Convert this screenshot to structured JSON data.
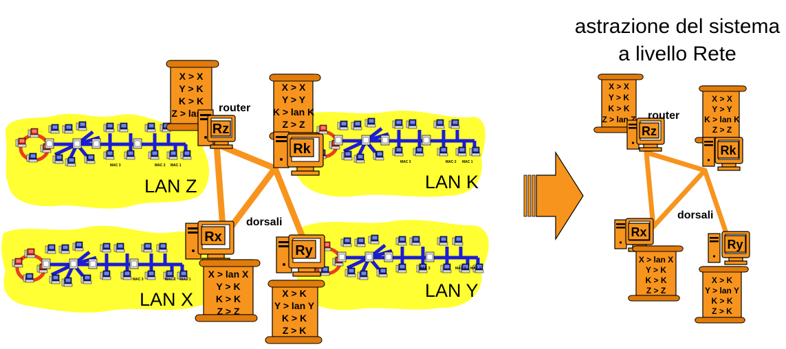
{
  "title": {
    "line1": "astrazione del sistema",
    "line2": "a livello Rete"
  },
  "labels": {
    "router": "router",
    "dorsali": "dorsali"
  },
  "lans": {
    "z": "LAN Z",
    "k": "LAN K",
    "x": "LAN X",
    "y": "LAN Y"
  },
  "mac_labels": [
    "MAC 3",
    "MAC 2",
    "MAC 1"
  ],
  "routers": {
    "rz": {
      "id": "Rz",
      "table": [
        "X > X",
        "Y > K",
        "K > K",
        "Z > lan Z"
      ]
    },
    "rk": {
      "id": "Rk",
      "table": [
        "X > X",
        "Y > Y",
        "K > lan K",
        "Z > Z"
      ]
    },
    "rx": {
      "id": "Rx",
      "table": [
        "X > lan X",
        "Y > K",
        "K > K",
        "Z > Z"
      ]
    },
    "ry": {
      "id": "Ry",
      "table": [
        "X > K",
        "Y > lan Y",
        "K > K",
        "Z > K"
      ]
    }
  },
  "colors": {
    "lan_blob": "#ffff33",
    "router_orange": "#f7941d",
    "lan_cable": "#1c1cd6",
    "ring_red": "#e8401c",
    "backbone": "#f7941d",
    "host_blue": "#1a1a8c",
    "host_red": "#cc1a1a"
  }
}
